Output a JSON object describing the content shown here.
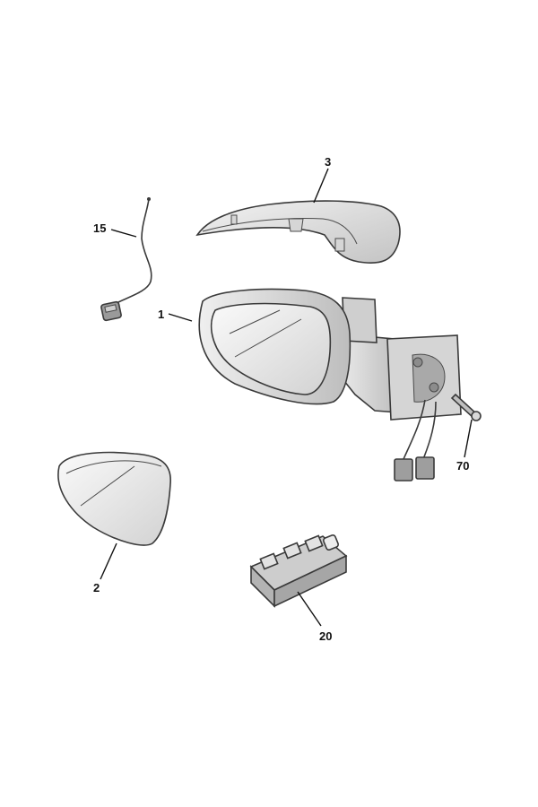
{
  "diagram": {
    "callouts": [
      {
        "id": "3",
        "label": "3",
        "part": "mirror-cover"
      },
      {
        "id": "15",
        "label": "15",
        "part": "wiring-harness"
      },
      {
        "id": "1",
        "label": "1",
        "part": "mirror-assembly"
      },
      {
        "id": "70",
        "label": "70",
        "part": "screw"
      },
      {
        "id": "2",
        "label": "2",
        "part": "mirror-glass"
      },
      {
        "id": "20",
        "label": "20",
        "part": "switch-block"
      }
    ]
  },
  "colors": {
    "background": "#ffffff",
    "part_fill": "#e6e6e6",
    "part_shade": "#c9c9c9",
    "glass_fill": "#eeeeee",
    "outline": "#3a3a3a",
    "text": "#111111"
  }
}
